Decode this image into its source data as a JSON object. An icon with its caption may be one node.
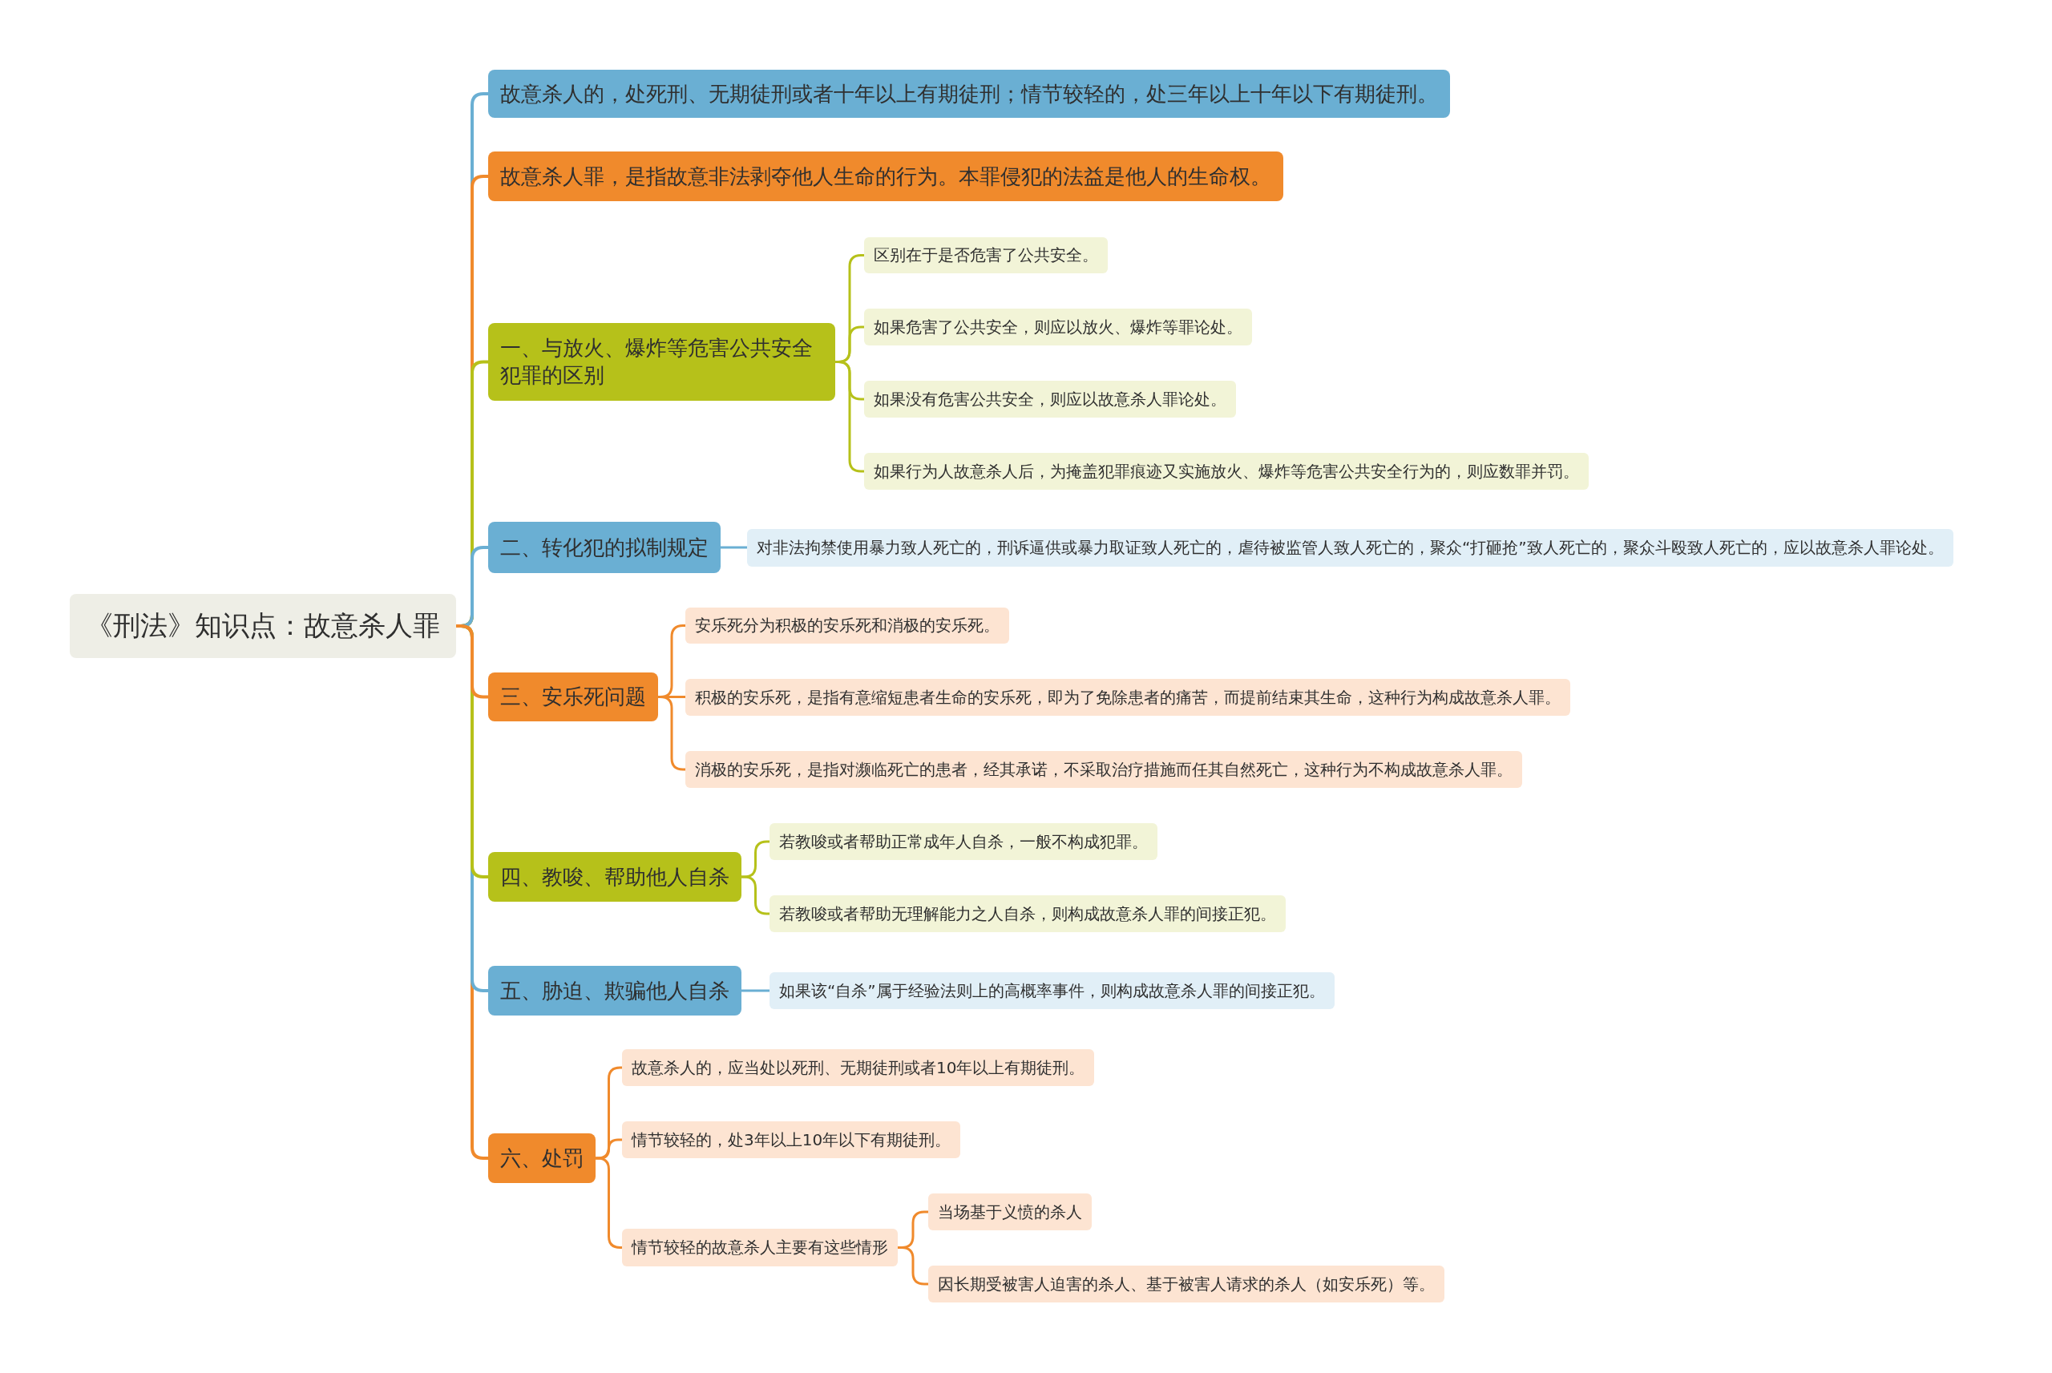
{
  "diagram": {
    "nodes": [
      {
        "text": [
          "《刑法》知识点：故意杀人罪"
        ]
      },
      {
        "text": [
          "故意杀人的，处死刑、无期徒刑或者十年以上有期徒刑；情节较轻的，处三年以上十年以下有期徒刑。"
        ]
      },
      {
        "text": [
          "故意杀人罪，是指故意非法剥夺他人生命的行为。本罪侵犯的法益是他人的生命权。"
        ]
      },
      {
        "text": [
          "一、与放火、爆炸等危害公共安全犯罪的区别"
        ]
      },
      {
        "text": [
          "区别在于是否危害了公共安全。"
        ]
      },
      {
        "text": [
          "如果危害了公共安全，则应以放火、爆炸等罪论处。"
        ]
      },
      {
        "text": [
          "如果没有危害公共安全，则应以故意杀人罪论处。"
        ]
      },
      {
        "text": [
          "如果行为人故意杀人后，为掩盖犯罪痕迹又实施放火、爆炸等危害公共安全行为的，则应数罪并罚。"
        ]
      },
      {
        "text": [
          "二、转化犯的拟制规定"
        ]
      },
      {
        "text": [
          "对非法拘禁使用暴力致人死亡的，刑诉逼供或暴力取证致人死亡的，虐待被监管人致人死亡的，聚众“打砸抢”致人死亡的，聚众斗殴致人死亡的，应以故意杀人罪论处。"
        ]
      },
      {
        "text": [
          "三、安乐死问题"
        ]
      },
      {
        "text": [
          "安乐死分为积极的安乐死和消极的安乐死。"
        ]
      },
      {
        "text": [
          "积极的安乐死，是指有意缩短患者生命的安乐死，即为了免除患者的痛苦，而提前结束其生命，这种行为构成故意杀人罪。"
        ]
      },
      {
        "text": [
          "消极的安乐死，是指对濒临死亡的患者，经其承诺，不采取治疗措施而任其自然死亡，这种行为不构成故意杀人罪。"
        ]
      },
      {
        "text": [
          "四、教唆、帮助他人自杀"
        ]
      },
      {
        "text": [
          "若教唆或者帮助正常成年人自杀，一般不构成犯罪。"
        ]
      },
      {
        "text": [
          "若教唆或者帮助无理解能力之人自杀，则构成故意杀人罪的间接正犯。"
        ]
      },
      {
        "text": [
          "五、胁迫、欺骗他人自杀"
        ]
      },
      {
        "text": [
          "如果该“自杀”属于经验法则上的高概率事件，则构成故意杀人罪的间接正犯。"
        ]
      },
      {
        "text": [
          "六、处罚"
        ]
      },
      {
        "text": [
          "故意杀人的，应当处以死刑、无期徒刑或者10年以上有期徒刑。"
        ]
      },
      {
        "text": [
          "情节较轻的，处3年以上10年以下有期徒刑。"
        ]
      },
      {
        "text": [
          "情节较轻的故意杀人主要有这些情形"
        ]
      },
      {
        "text": [
          "当场基于义愤的杀人"
        ]
      },
      {
        "text": [
          "因长期受被害人迫害的杀人、基于被害人请求的杀人（如安乐死）等。"
        ]
      }
    ],
    "edges": [
      {
        "from": 0,
        "to": 1,
        "arrow": "none",
        "color": "#6aafd3"
      },
      {
        "from": 0,
        "to": 2,
        "arrow": "none"
      },
      {
        "from": 0,
        "to": 3,
        "arrow": "none",
        "color": "#b6c11a"
      },
      {
        "from": 3,
        "to": 4,
        "arrow": "none",
        "color": "#b6c11a"
      },
      {
        "from": 3,
        "to": 5,
        "arrow": "none",
        "color": "#b6c11a"
      },
      {
        "from": 3,
        "to": 6,
        "arrow": "none",
        "color": "#b6c11a"
      },
      {
        "from": 3,
        "to": 7,
        "arrow": "none",
        "color": "#b6c11a"
      },
      {
        "from": 0,
        "to": 8,
        "arrow": "none",
        "color": "#6aafd3"
      },
      {
        "from": 8,
        "to": 9,
        "arrow": "none",
        "color": "#6aafd3"
      },
      {
        "from": 0,
        "to": 10,
        "arrow": "none"
      },
      {
        "from": 10,
        "to": 11,
        "arrow": "none"
      },
      {
        "from": 10,
        "to": 12,
        "arrow": "none"
      },
      {
        "from": 10,
        "to": 13,
        "arrow": "none"
      },
      {
        "from": 0,
        "to": 14,
        "arrow": "none",
        "color": "#b6c11a"
      },
      {
        "from": 14,
        "to": 15,
        "arrow": "none",
        "color": "#b6c11a"
      },
      {
        "from": 14,
        "to": 16,
        "arrow": "none",
        "color": "#b6c11a"
      },
      {
        "from": 0,
        "to": 17,
        "arrow": "none",
        "color": "#6aafd3"
      },
      {
        "from": 17,
        "to": 18,
        "arrow": "none",
        "color": "#6aafd3"
      },
      {
        "from": 0,
        "to": 19,
        "arrow": "none"
      },
      {
        "from": 19,
        "to": 20,
        "arrow": "none"
      },
      {
        "from": 19,
        "to": 21,
        "arrow": "none"
      },
      {
        "from": 19,
        "to": 22,
        "arrow": "none"
      },
      {
        "from": 22,
        "to": 23,
        "arrow": "none"
      },
      {
        "from": 22,
        "to": 24,
        "arrow": "none"
      }
    ]
  }
}
